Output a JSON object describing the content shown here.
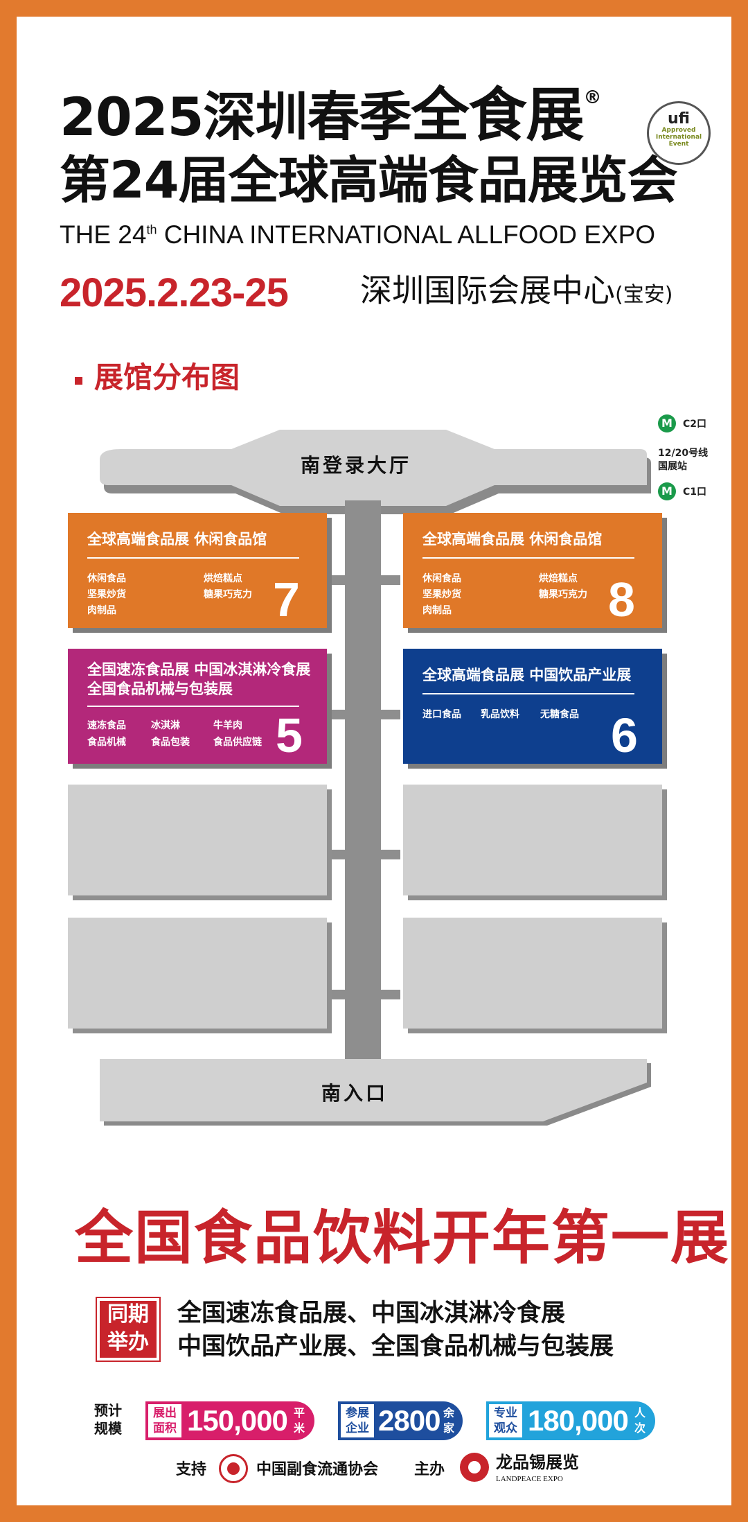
{
  "header": {
    "title_line1_a": "2025深圳春季",
    "title_line1_b": "全食展",
    "reg_mark": "®",
    "title_line2": "第24届全球高端食品展览会",
    "title_en_a": "THE 24",
    "title_en_sup": "th",
    "title_en_b": " CHINA INTERNATIONAL ALLFOOD EXPO",
    "date": "2025.2.23-25",
    "venue": "深圳国际会展中心",
    "venue_note": "(宝安)"
  },
  "ufi_badge": {
    "logo": "ufi",
    "line1": "Approved",
    "line2": "International",
    "line3": "Event"
  },
  "section_title": "展馆分布图",
  "metro": {
    "exit_c2": "C2口",
    "station_line1": "12/20号线",
    "station_line2": "国展站",
    "exit_c1": "C1口"
  },
  "map": {
    "north_hall": "南登录大厅",
    "south_entrance": "南入口",
    "hall7": {
      "title": "全球高端食品展  休闲食品馆",
      "items": [
        "休闲食品",
        "烘焙糕点",
        "坚果炒货",
        "糖果巧克力",
        "肉制品"
      ],
      "number": "7"
    },
    "hall8": {
      "title": "全球高端食品展  休闲食品馆",
      "items": [
        "休闲食品",
        "烘焙糕点",
        "坚果炒货",
        "糖果巧克力",
        "肉制品"
      ],
      "number": "8"
    },
    "hall5": {
      "title_line1": "全国速冻食品展  中国冰淇淋冷食展",
      "title_line2": "全国食品机械与包装展",
      "items": [
        "速冻食品",
        "冰淇淋",
        "牛羊肉",
        "食品机械",
        "食品包装",
        "食品供应链"
      ],
      "number": "5"
    },
    "hall6": {
      "title": "全球高端食品展  中国饮品产业展",
      "items": [
        "进口食品",
        "乳品饮料",
        "无糖食品"
      ],
      "number": "6"
    }
  },
  "slogan": "全国食品饮料开年第一展",
  "concurrent": {
    "badge_line1": "同期",
    "badge_line2": "举办",
    "line1": "全国速冻食品展、中国冰淇淋冷食展",
    "line2": "中国饮品产业展、全国食品机械与包装展"
  },
  "stats": {
    "label_line1": "预计",
    "label_line2": "规模",
    "area": {
      "tag1": "展出",
      "tag2": "面积",
      "value": "150,000",
      "unit1": "平",
      "unit2": "米"
    },
    "exhibitors": {
      "tag1": "参展",
      "tag2": "企业",
      "value": "2800",
      "unit1": "余",
      "unit2": "家"
    },
    "visitors": {
      "tag1": "专业",
      "tag2": "观众",
      "value": "180,000",
      "unit1": "人",
      "unit2": "次"
    }
  },
  "footer": {
    "support_label": "支持",
    "support_org": "中国副食流通协会",
    "host_label": "主办",
    "host_org": "龙品锡展览",
    "host_org_en": "LANDPEACE EXPO"
  },
  "colors": {
    "frame": "#E27A2E",
    "red": "#C8242B",
    "orange_hall": "#E07828",
    "magenta_hall": "#B3287A",
    "blue_hall": "#0E3F8E",
    "navy_pill": "#1E4E9E",
    "cyan_pill": "#22A3DB",
    "pink_pill": "#D81E6A",
    "metro_green": "#1a9a4a"
  }
}
